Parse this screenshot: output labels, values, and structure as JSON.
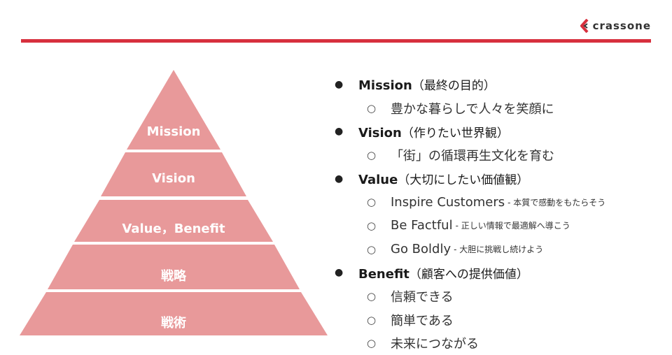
{
  "brand": {
    "name": "crassone"
  },
  "pyramid": {
    "fill_color": "#e8999a",
    "levels": [
      "Mission",
      "Vision",
      "Value，Benefit",
      "戦略",
      "戦術"
    ]
  },
  "outline": {
    "sections": [
      {
        "title": "Mission",
        "subtitle": "（最終の目的）",
        "items": [
          {
            "text": "豊かな暮らしで人々を笑顔に",
            "note": ""
          }
        ]
      },
      {
        "title": "Vision",
        "subtitle": "（作りたい世界観）",
        "items": [
          {
            "text": "「街」の循環再生文化を育む",
            "note": ""
          }
        ]
      },
      {
        "title": "Value",
        "subtitle": "（大切にしたい価値観）",
        "items": [
          {
            "text": "Inspire Customers",
            "note": "- 本質で感動をもたらそう"
          },
          {
            "text": "Be Factful",
            "note": "- 正しい情報で最適解へ導こう"
          },
          {
            "text": "Go Boldly",
            "note": "- 大胆に挑戦し続けよう"
          }
        ]
      },
      {
        "title": "Benefit",
        "subtitle": "（顧客への提供価値）",
        "items": [
          {
            "text": "信頼できる",
            "note": ""
          },
          {
            "text": "簡単である",
            "note": ""
          },
          {
            "text": "未来につながる",
            "note": ""
          }
        ]
      }
    ]
  },
  "colors": {
    "accent": "#d7303e",
    "pyramid": "#e8999a"
  }
}
